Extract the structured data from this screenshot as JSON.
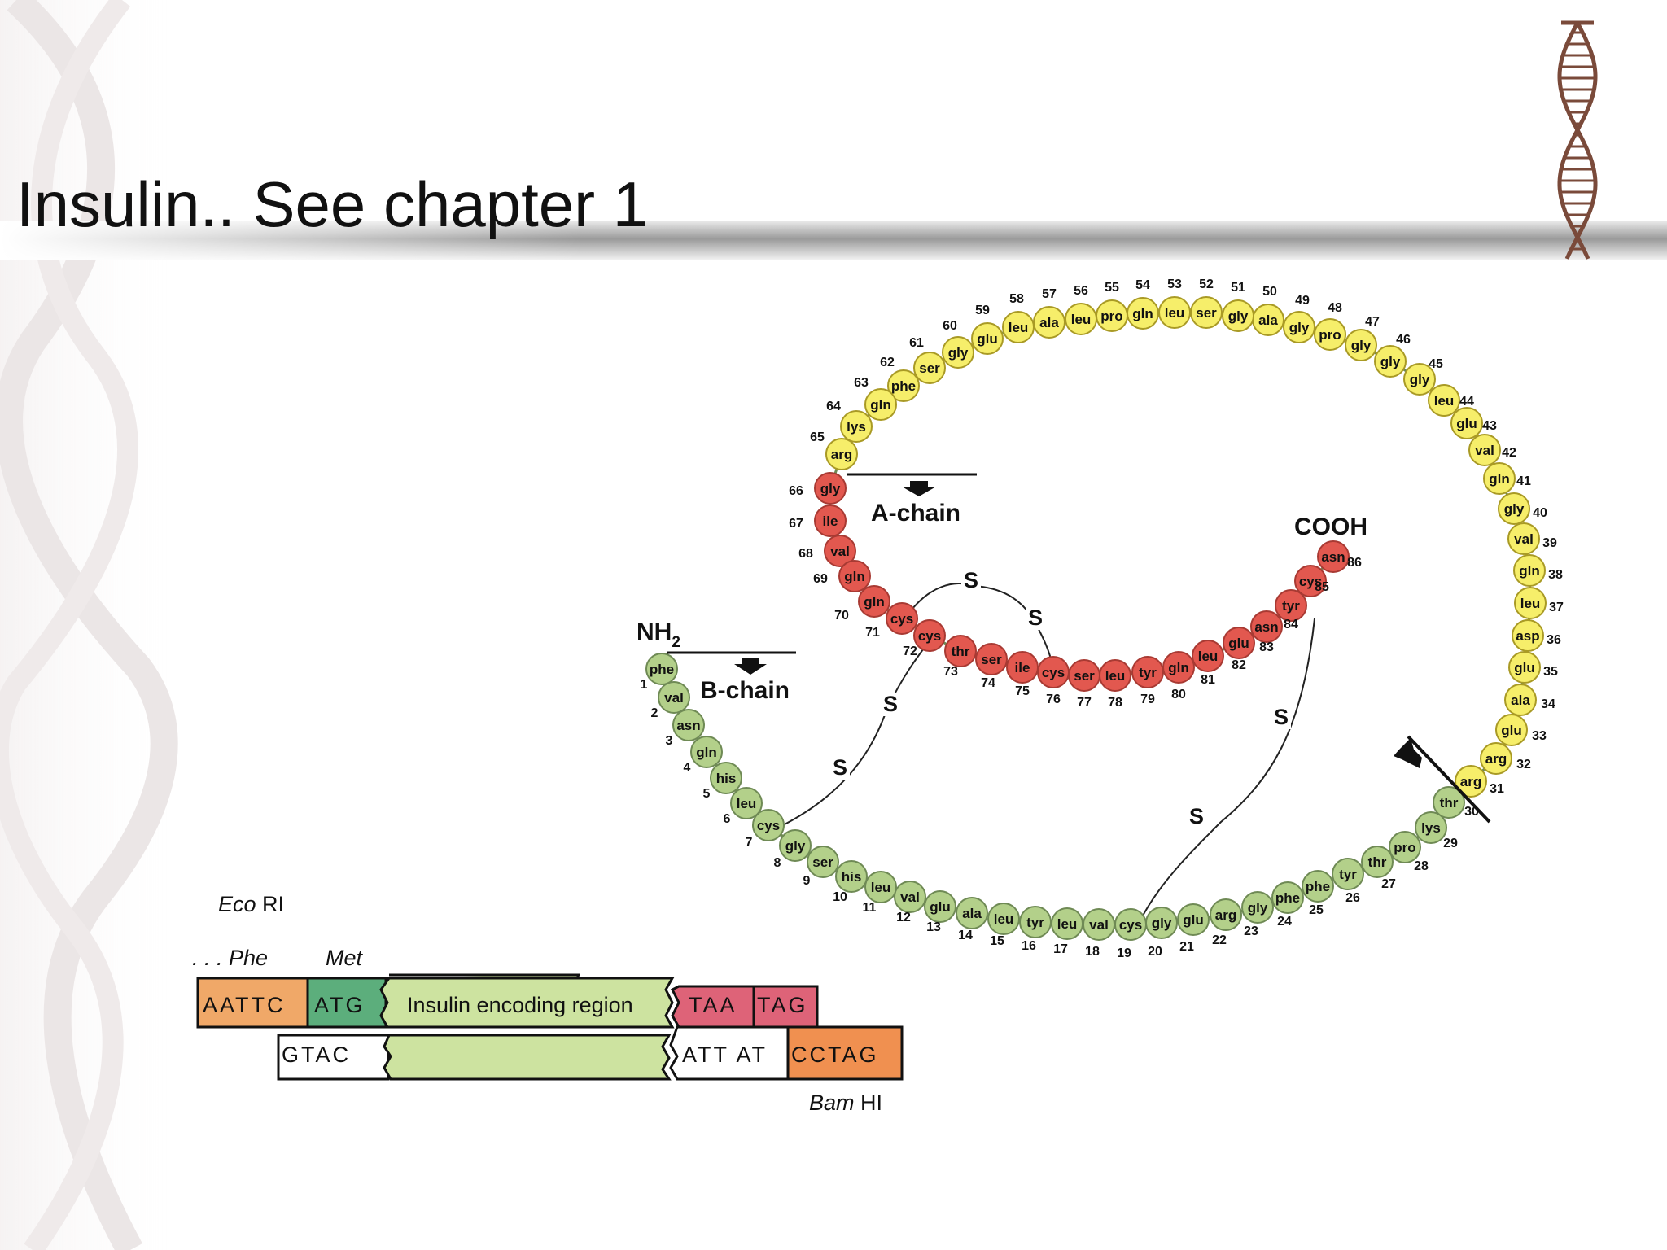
{
  "slide": {
    "title": "Insulin.. See chapter 1"
  },
  "diagram": {
    "labels": {
      "a_chain": "A-chain",
      "b_chain": "B-chain",
      "cooh": "COOH",
      "nh2_main": "NH",
      "nh2_sub": "2",
      "sulfur": "S"
    },
    "colors": {
      "b_chain": "#b3d08a",
      "c_peptide": "#f6ee6a",
      "a_chain": "#e2584f"
    },
    "residues": [
      {
        "n": "1",
        "aa": "phe"
      },
      {
        "n": "2",
        "aa": "val"
      },
      {
        "n": "3",
        "aa": "asn"
      },
      {
        "n": "4",
        "aa": "gln"
      },
      {
        "n": "5",
        "aa": "his"
      },
      {
        "n": "6",
        "aa": "leu"
      },
      {
        "n": "7",
        "aa": "cys"
      },
      {
        "n": "8",
        "aa": "gly"
      },
      {
        "n": "9",
        "aa": "ser"
      },
      {
        "n": "10",
        "aa": "his"
      },
      {
        "n": "11",
        "aa": "leu"
      },
      {
        "n": "12",
        "aa": "val"
      },
      {
        "n": "13",
        "aa": "glu"
      },
      {
        "n": "14",
        "aa": "ala"
      },
      {
        "n": "15",
        "aa": "leu"
      },
      {
        "n": "16",
        "aa": "tyr"
      },
      {
        "n": "17",
        "aa": "leu"
      },
      {
        "n": "18",
        "aa": "val"
      },
      {
        "n": "19",
        "aa": "cys"
      },
      {
        "n": "20",
        "aa": "gly"
      },
      {
        "n": "21",
        "aa": "glu"
      },
      {
        "n": "22",
        "aa": "arg"
      },
      {
        "n": "23",
        "aa": "gly"
      },
      {
        "n": "24",
        "aa": "phe"
      },
      {
        "n": "25",
        "aa": "phe"
      },
      {
        "n": "26",
        "aa": "tyr"
      },
      {
        "n": "27",
        "aa": "thr"
      },
      {
        "n": "28",
        "aa": "pro"
      },
      {
        "n": "29",
        "aa": "lys"
      },
      {
        "n": "30",
        "aa": "thr"
      },
      {
        "n": "31",
        "aa": "arg"
      },
      {
        "n": "32",
        "aa": "arg"
      },
      {
        "n": "33",
        "aa": "glu"
      },
      {
        "n": "34",
        "aa": "ala"
      },
      {
        "n": "35",
        "aa": "glu"
      },
      {
        "n": "36",
        "aa": "asp"
      },
      {
        "n": "37",
        "aa": "leu"
      },
      {
        "n": "38",
        "aa": "gln"
      },
      {
        "n": "39",
        "aa": "val"
      },
      {
        "n": "40",
        "aa": "gly"
      },
      {
        "n": "41",
        "aa": "gln"
      },
      {
        "n": "42",
        "aa": "val"
      },
      {
        "n": "43",
        "aa": "glu"
      },
      {
        "n": "44",
        "aa": "leu"
      },
      {
        "n": "45",
        "aa": "gly"
      },
      {
        "n": "46",
        "aa": "gly"
      },
      {
        "n": "47",
        "aa": "gly"
      },
      {
        "n": "48",
        "aa": "pro"
      },
      {
        "n": "49",
        "aa": "gly"
      },
      {
        "n": "50",
        "aa": "ala"
      },
      {
        "n": "51",
        "aa": "gly"
      },
      {
        "n": "52",
        "aa": "ser"
      },
      {
        "n": "53",
        "aa": "leu"
      },
      {
        "n": "54",
        "aa": "gln"
      },
      {
        "n": "55",
        "aa": "pro"
      },
      {
        "n": "56",
        "aa": "leu"
      },
      {
        "n": "57",
        "aa": "ala"
      },
      {
        "n": "58",
        "aa": "leu"
      },
      {
        "n": "59",
        "aa": "glu"
      },
      {
        "n": "60",
        "aa": "gly"
      },
      {
        "n": "61",
        "aa": "ser"
      },
      {
        "n": "62",
        "aa": "phe"
      },
      {
        "n": "63",
        "aa": "gln"
      },
      {
        "n": "64",
        "aa": "lys"
      },
      {
        "n": "65",
        "aa": "arg"
      },
      {
        "n": "66",
        "aa": "gly"
      },
      {
        "n": "67",
        "aa": "ile"
      },
      {
        "n": "68",
        "aa": "val"
      },
      {
        "n": "69",
        "aa": "gln"
      },
      {
        "n": "70",
        "aa": "gln"
      },
      {
        "n": "71",
        "aa": "cys"
      },
      {
        "n": "72",
        "aa": "cys"
      },
      {
        "n": "73",
        "aa": "thr"
      },
      {
        "n": "74",
        "aa": "ser"
      },
      {
        "n": "75",
        "aa": "ile"
      },
      {
        "n": "76",
        "aa": "cys"
      },
      {
        "n": "77",
        "aa": "ser"
      },
      {
        "n": "78",
        "aa": "leu"
      },
      {
        "n": "79",
        "aa": "tyr"
      },
      {
        "n": "80",
        "aa": "gln"
      },
      {
        "n": "81",
        "aa": "leu"
      },
      {
        "n": "82",
        "aa": "glu"
      },
      {
        "n": "83",
        "aa": "asn"
      },
      {
        "n": "84",
        "aa": "tyr"
      },
      {
        "n": "85",
        "aa": "cys"
      },
      {
        "n": "86",
        "aa": "asn"
      }
    ]
  },
  "gene": {
    "eco_italic": "Eco",
    "eco_rest": " RI",
    "phe": ". . . Phe",
    "met": "Met",
    "top_eco": "AATTC",
    "top_atg": "ATG",
    "region": "Insulin encoding region",
    "top_taa": "TAA",
    "top_tag": "TAG",
    "bottom_gtac": "GTAC",
    "bottom_att": "ATT AT",
    "bottom_cctag": "CCTAG",
    "bam_italic": "Bam",
    "bam_rest": " HI",
    "colors": {
      "eco": "#f0a868",
      "atg": "#5cae7c",
      "region": "#cde3a0",
      "stop": "#de6378",
      "bam": "#f09050"
    }
  }
}
